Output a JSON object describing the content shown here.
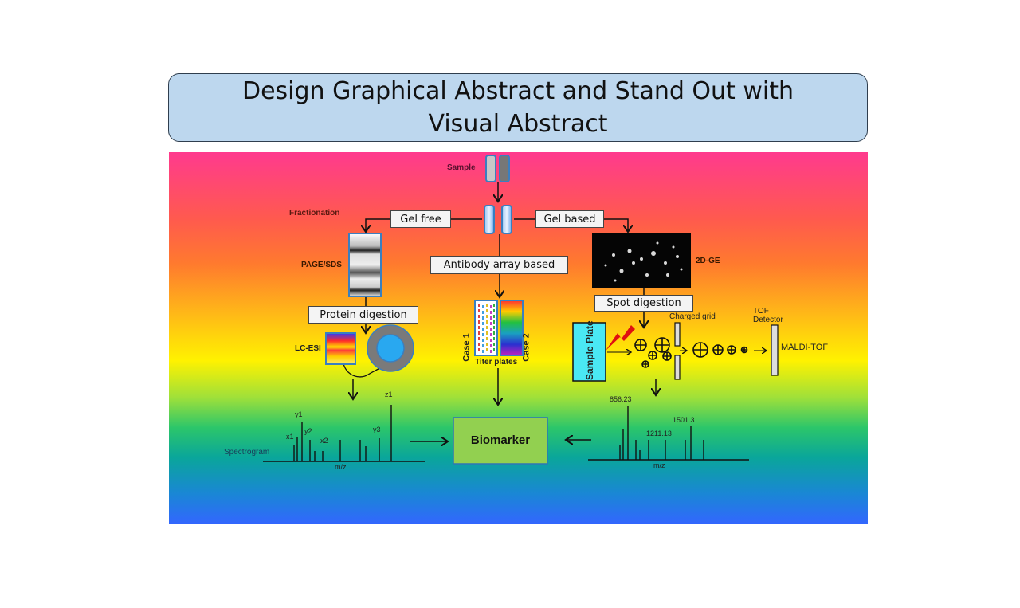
{
  "title": "Design Graphical Abstract and Stand Out with Visual Abstract",
  "diagram": {
    "sample": "Sample",
    "fractionation": "Fractionation",
    "gel_free": "Gel free",
    "gel_based": "Gel based",
    "page_sds": "PAGE/SDS",
    "antibody": "Antibody array based",
    "two_d_ge": "2D-GE",
    "protein_digestion": "Protein digestion",
    "spot_digestion": "Spot digestion",
    "lc_esi": "LC-ESI",
    "case1": "Case 1",
    "case2": "Case 2",
    "titer_plates": "Titer plates",
    "sample_plate": "Sample Plate",
    "charged_grid": "Charged grid",
    "tof_detector": "TOF Detector",
    "maldi_tof": "MALDI-TOF",
    "biomarker": "Biomarker",
    "spectrogram": "Spectrogram",
    "mz_left": "m/z",
    "mz_right": "m/z",
    "peaks_left": {
      "x1": "x1",
      "y1": "y1",
      "y2": "y2",
      "x2": "x2",
      "y3": "y3",
      "z1": "z1"
    },
    "peaks_right": {
      "p1": "856.23",
      "p2": "1211.13",
      "p3": "1501.3"
    }
  }
}
